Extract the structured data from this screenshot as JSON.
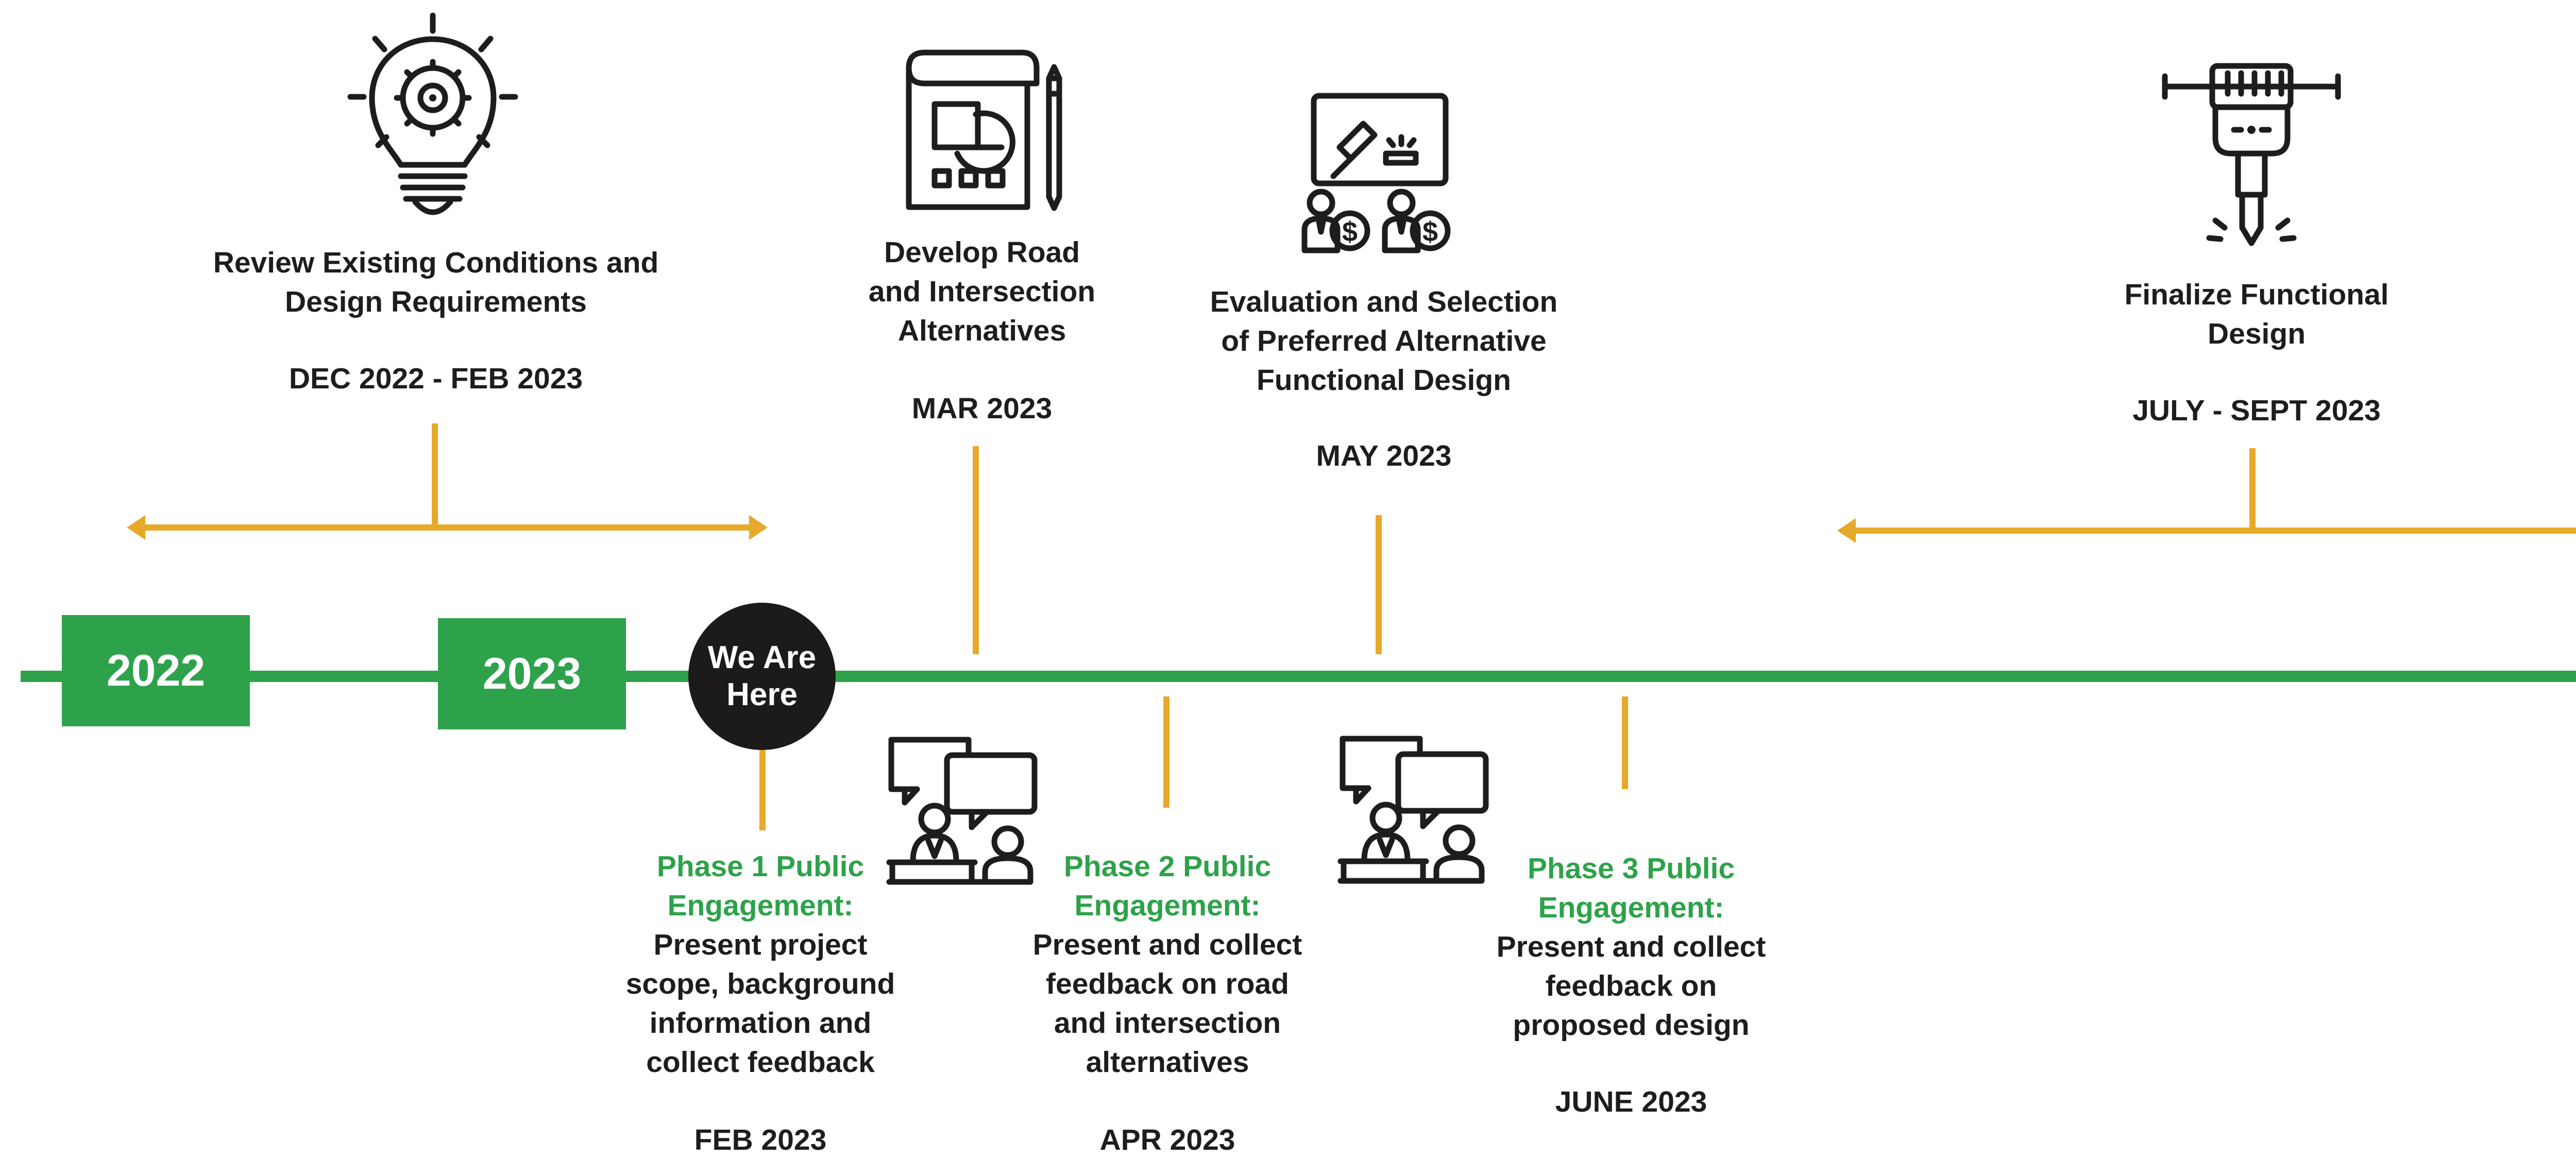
{
  "timeline": {
    "years": [
      "2022",
      "2023"
    ],
    "current_marker": [
      "We Are",
      "Here"
    ]
  },
  "milestones": [
    {
      "title_lines": [
        "Review Existing Conditions and",
        "Design Requirements"
      ],
      "date": "DEC 2022 - FEB 2023",
      "icon": "lightbulb-gear-icon"
    },
    {
      "title_lines": [
        "Develop Road",
        "and Intersection",
        "Alternatives"
      ],
      "date": "MAR 2023",
      "icon": "blueprint-pencil-icon"
    },
    {
      "title_lines": [
        "Evaluation and Selection",
        "of Preferred Alternative",
        "Functional Design"
      ],
      "date": "MAY 2023",
      "icon": "auction-evaluation-icon"
    },
    {
      "title_lines": [
        "Finalize Functional",
        "Design"
      ],
      "date": "JULY - SEPT 2023",
      "icon": "jackhammer-icon"
    }
  ],
  "engagements": [
    {
      "heading_lines": [
        "Phase 1 Public",
        "Engagement:"
      ],
      "body_lines": [
        "Present project",
        "scope, background",
        "information and",
        "collect feedback"
      ],
      "date": "FEB 2023"
    },
    {
      "heading_lines": [
        "Phase 2 Public",
        "Engagement:"
      ],
      "body_lines": [
        "Present and collect",
        "feedback on road",
        "and intersection",
        "alternatives"
      ],
      "date": "APR 2023",
      "icon": "meeting-speech-bubbles-icon"
    },
    {
      "heading_lines": [
        "Phase 3 Public",
        "Engagement:"
      ],
      "body_lines": [
        "Present and collect",
        "feedback on",
        "proposed design"
      ],
      "date": "JUNE 2023",
      "icon": "meeting-speech-bubbles-icon"
    }
  ],
  "colors": {
    "timeline": "#2ea24a",
    "connector": "#e6a92a",
    "marker": "#1c1a1a",
    "phase_heading": "#2ea24a",
    "text": "#1d1d1d"
  }
}
